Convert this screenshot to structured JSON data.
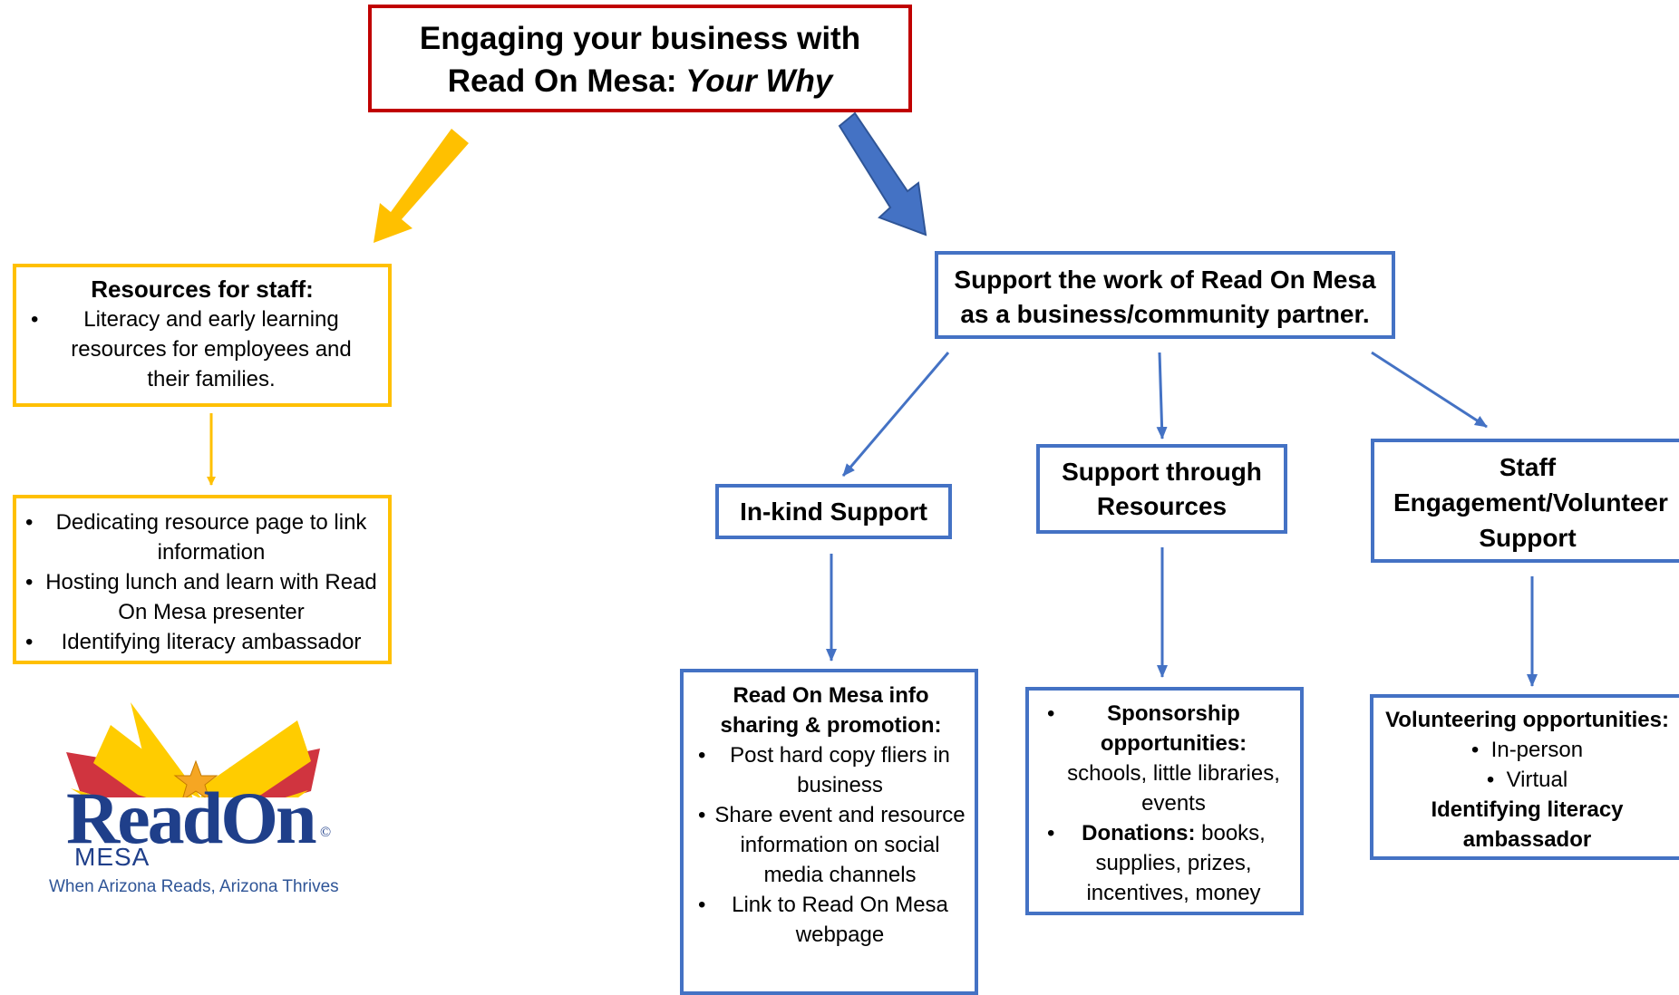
{
  "diagram": {
    "title_line1": "Engaging your business with",
    "title_line2_prefix": "Read On Mesa: ",
    "title_line2_emph": "Your Why",
    "staff_resources": {
      "heading": "Resources for staff:",
      "items": [
        "Literacy and early learning resources for employees and their families."
      ]
    },
    "staff_actions": {
      "items": [
        "Dedicating resource page to link information",
        "Hosting lunch and learn with Read On Mesa presenter",
        "Identifying literacy ambassador"
      ]
    },
    "support": {
      "line1": "Support the work of Read On Mesa",
      "line2": "as a business/community partner."
    },
    "inkind": {
      "label": "In-kind Support",
      "detail_heading": "Read On Mesa info sharing & promotion:",
      "detail_items": [
        "Post hard copy fliers in business",
        "Share event and resource information on social media channels",
        "Link to Read On Mesa webpage"
      ]
    },
    "resources_support": {
      "label": "Support through Resources",
      "sponsorship_bold": "Sponsorship opportunities:",
      "sponsorship_text": "schools, little libraries, events",
      "donations_bold": "Donations:",
      "donations_text": " books, supplies, prizes, incentives, money"
    },
    "volunteer": {
      "label": "Staff Engagement/Volunteer Support",
      "detail_heading": "Volunteering opportunities:",
      "detail_items": [
        "In-person",
        "Virtual"
      ],
      "detail_footer": "Identifying literacy ambassador"
    }
  },
  "logo": {
    "brand": "ReadOn",
    "sub": "MESA",
    "tagline": "When Arizona Reads, Arizona Thrives",
    "symbol": "©"
  },
  "colors": {
    "red": "#c00000",
    "yellow": "#ffc000",
    "blue": "#4472c4",
    "dark_blue": "#1f3f8a",
    "logo_red": "#d0343f",
    "logo_yellow": "#ffcc00",
    "star": "#f5a623"
  }
}
